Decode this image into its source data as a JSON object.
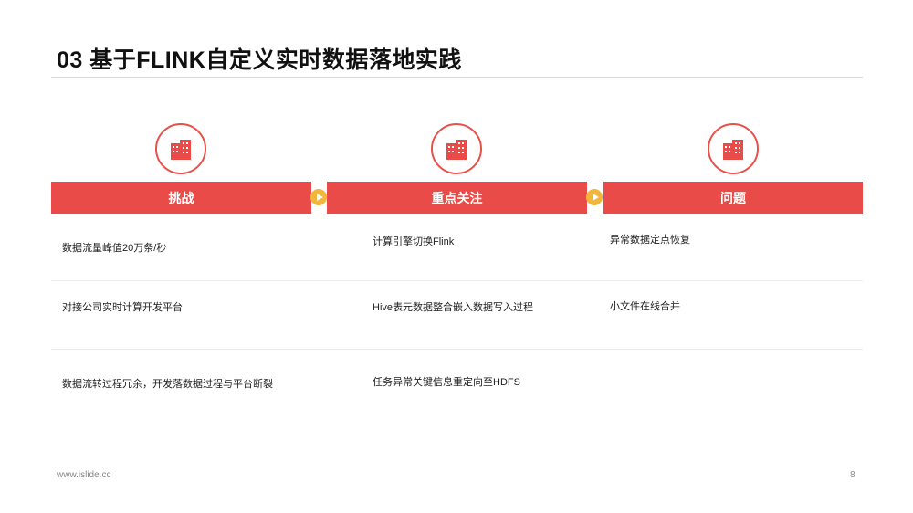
{
  "title": "03 基于FLINK自定义实时数据落地实践",
  "colors": {
    "accent": "#e94c48",
    "arrow": "#f1b63b"
  },
  "columns": [
    {
      "icon": "building-icon",
      "header": "挑战",
      "items": [
        "数据流量峰值20万条/秒",
        "对接公司实时计算开发平台",
        "数据流转过程冗余，开发落数据过程与平台断裂"
      ]
    },
    {
      "icon": "building-icon",
      "header": "重点关注",
      "items": [
        "计算引擎切换Flink",
        "Hive表元数据整合嵌入数据写入过程",
        "任务异常关键信息重定向至HDFS"
      ]
    },
    {
      "icon": "building-icon",
      "header": "问题",
      "items": [
        "异常数据定点恢复",
        "小文件在线合并"
      ]
    }
  ],
  "footer": {
    "website": "www.islide.cc",
    "page_number": "8"
  }
}
